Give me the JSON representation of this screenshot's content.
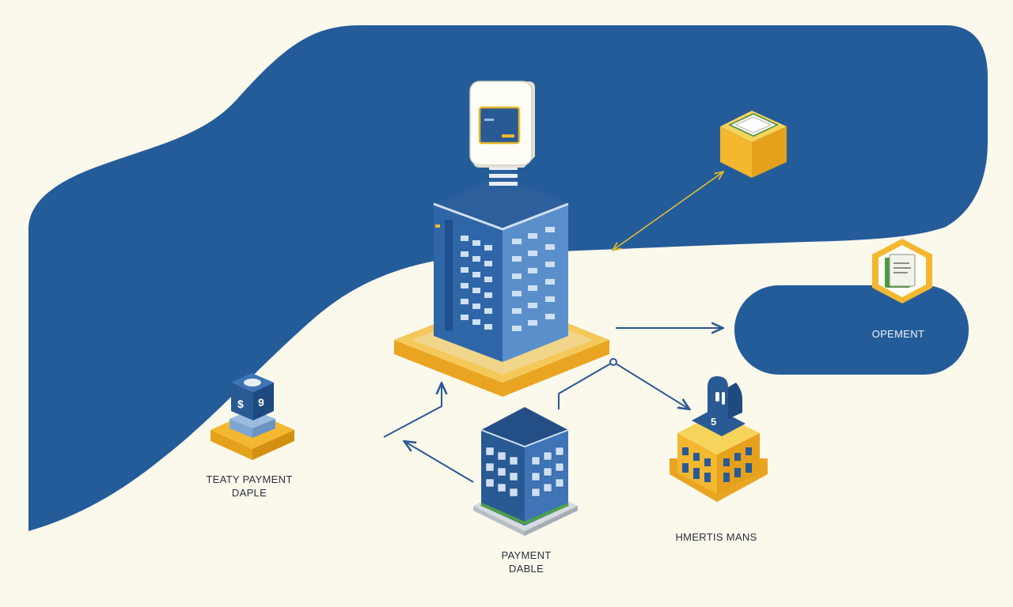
{
  "labels": {
    "left_line1": "TEATY PAYMENT",
    "left_line2": "DAPLE",
    "payment_line1": "PAYMENT",
    "payment_line2": "DABLE",
    "right": "HMERTIS MANS",
    "pill": "OPEMENT",
    "left_cube_symbol": "$ 9",
    "right_building_symbol": "5"
  },
  "colors": {
    "background": "#fbf8ec",
    "navy": "#245c9a",
    "yellow": "#f3b730",
    "arrow_navy": "#2a5a93",
    "arrow_yellow": "#e4c232"
  },
  "icons": [
    "card-sign-icon",
    "tower-building-icon",
    "package-cube-icon",
    "document-hexagon-icon",
    "dollar-cube-icon",
    "small-office-building-icon",
    "payment-kiosk-icon"
  ]
}
